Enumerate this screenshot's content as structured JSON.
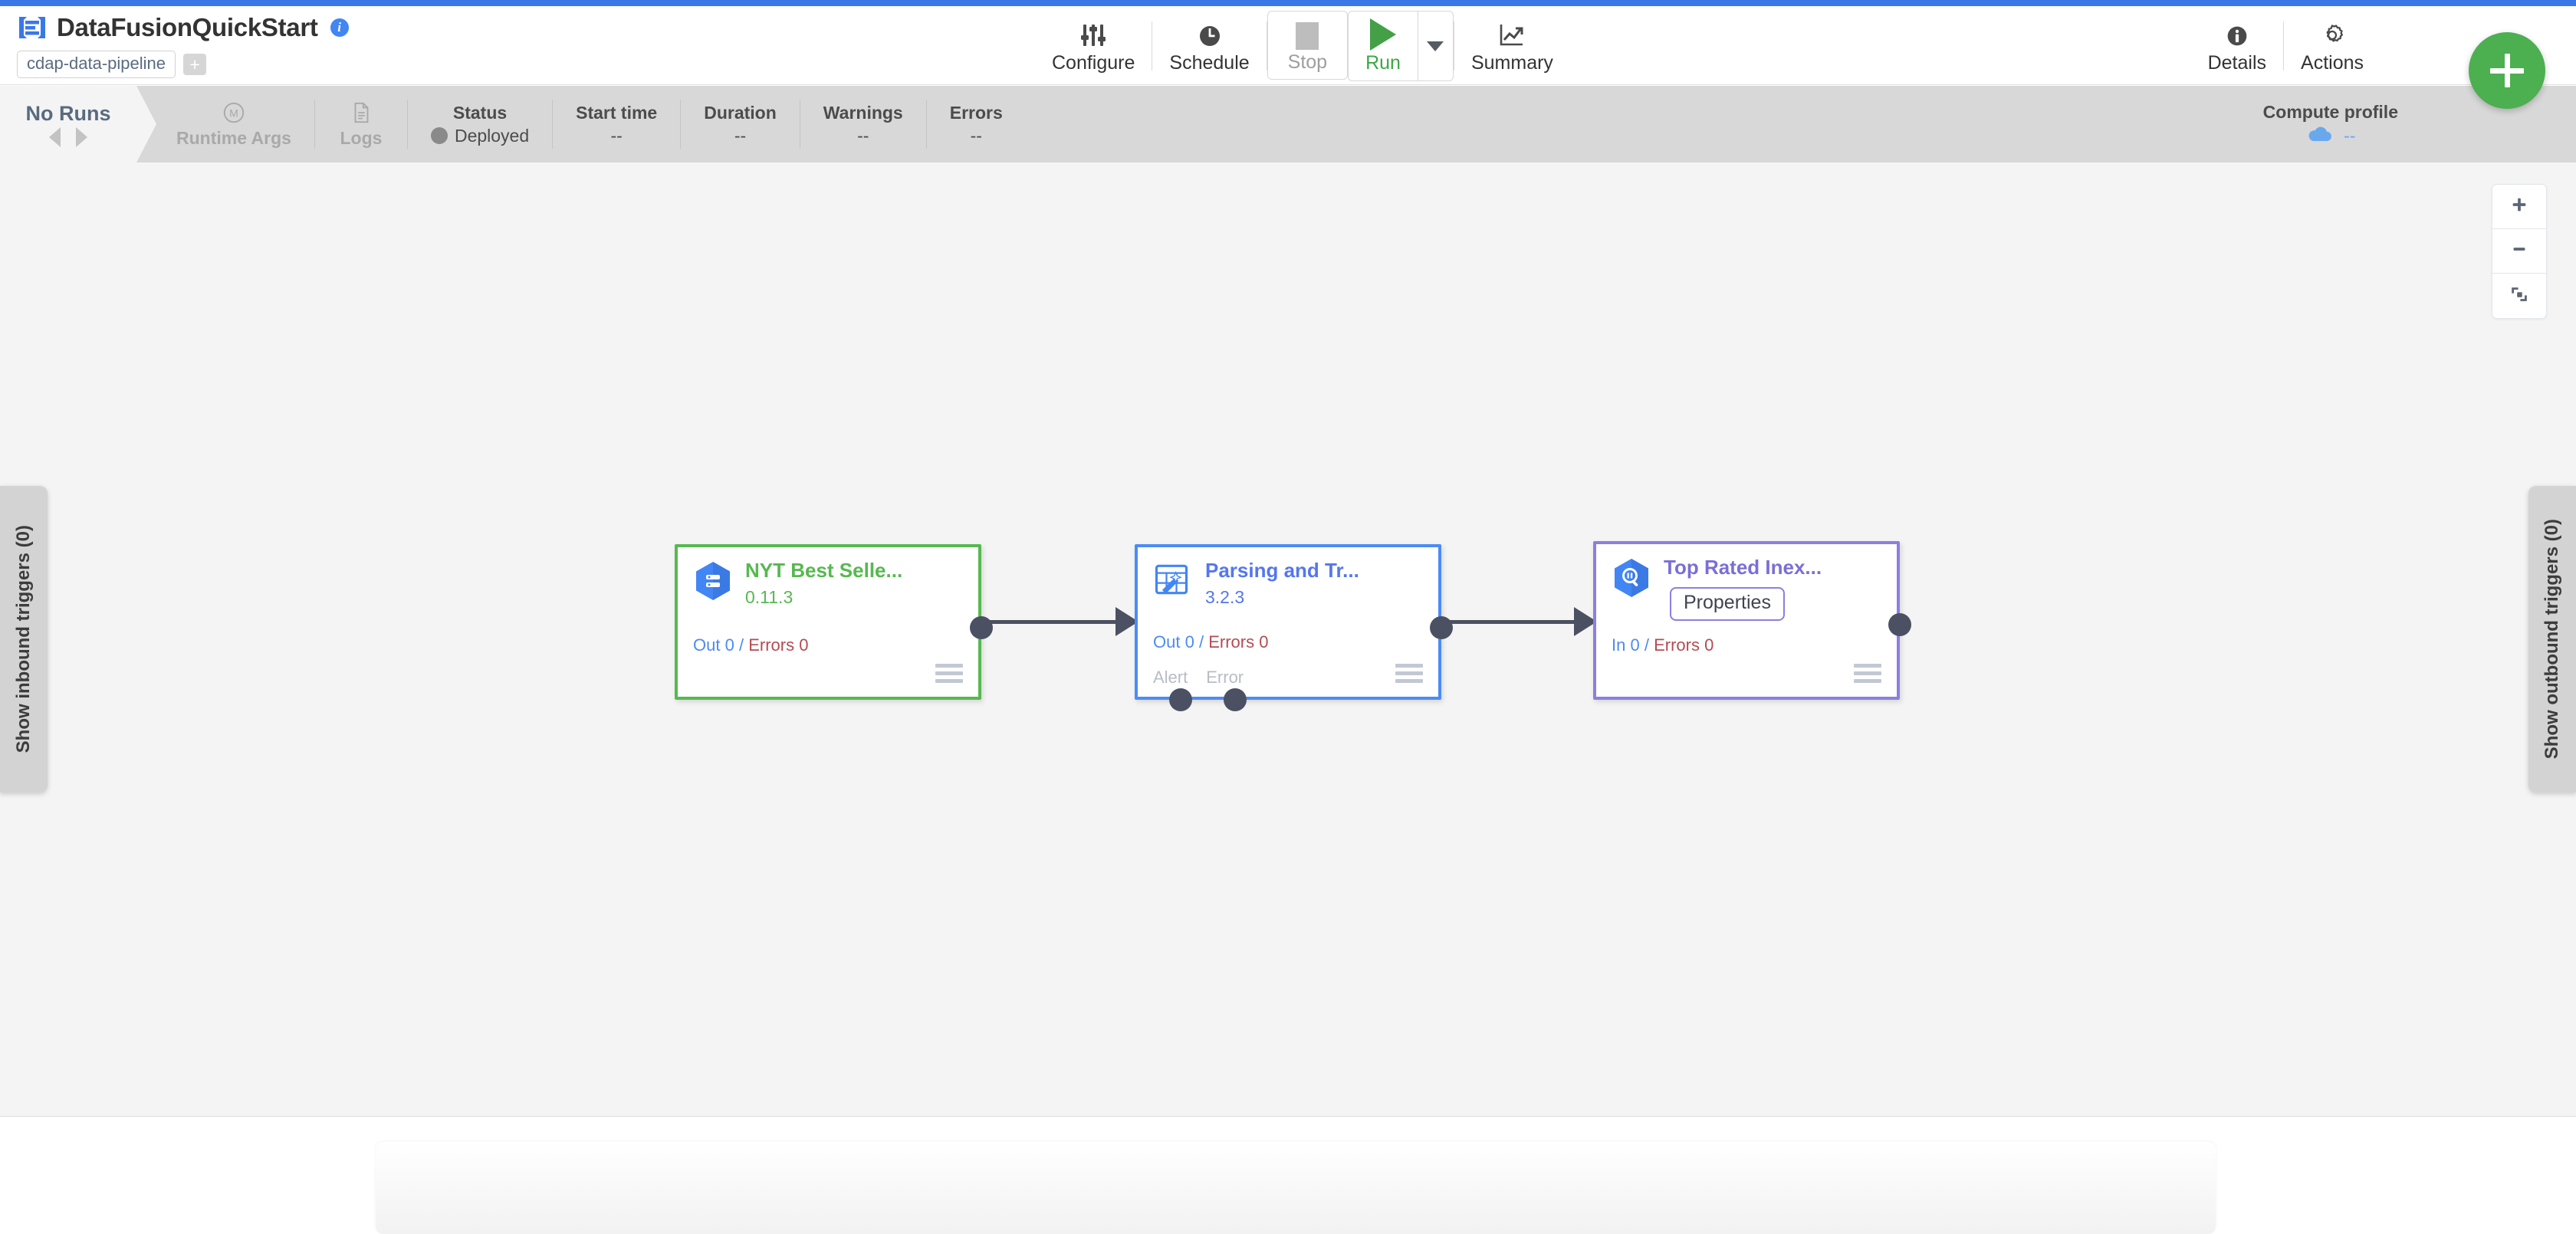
{
  "header": {
    "app_title": "DataFusionQuickStart",
    "info_glyph": "i",
    "artifact_pill": "cdap-data-pipeline",
    "add_tag_label": "+",
    "logo_icon": "cdap-logo-icon"
  },
  "toolbar": {
    "items": [
      {
        "label": "Configure",
        "icon": "sliders-icon"
      },
      {
        "label": "Schedule",
        "icon": "clock-icon"
      },
      {
        "label": "Stop",
        "icon": "stop-square-icon"
      },
      {
        "label": "Run",
        "icon": "play-icon"
      },
      {
        "label": "Summary",
        "icon": "chart-line-icon"
      }
    ],
    "run_caret_icon": "chevron-down-icon"
  },
  "toolbar_right": {
    "items": [
      {
        "label": "Details",
        "icon": "info-circle-icon"
      },
      {
        "label": "Actions",
        "icon": "gear-icon"
      }
    ]
  },
  "fab": {
    "label": "+",
    "icon": "plus-icon",
    "color": "#4caf50"
  },
  "statusbar": {
    "runs_title": "No Runs",
    "prev_icon": "caret-left-icon",
    "next_icon": "caret-right-icon",
    "runtime_args": {
      "label": "Runtime Args",
      "icon": "macro-m-icon"
    },
    "logs": {
      "label": "Logs",
      "icon": "document-icon"
    },
    "metrics": [
      {
        "head": "Status",
        "value": "Deployed",
        "has_dot": true
      },
      {
        "head": "Start time",
        "value": "--"
      },
      {
        "head": "Duration",
        "value": "--"
      },
      {
        "head": "Warnings",
        "value": "--"
      },
      {
        "head": "Errors",
        "value": "--"
      }
    ],
    "compute_profile": {
      "head": "Compute profile",
      "value": "--",
      "icon": "cloud-icon"
    }
  },
  "canvas": {
    "zoom_controls": [
      {
        "name": "zoom-in",
        "icon": "plus-icon"
      },
      {
        "name": "zoom-out",
        "icon": "minus-icon"
      },
      {
        "name": "fit-screen",
        "icon": "fit-screen-icon"
      }
    ],
    "inbound_tab": "Show inbound triggers (0)",
    "outbound_tab": "Show outbound triggers (0)",
    "nodes": [
      {
        "name": "NYT Best Selle...",
        "version": "0.11.3",
        "icon": "bigquery-source-icon",
        "accent": "#56b94f",
        "metrics": {
          "in_out_label": "Out",
          "in_out_value": "0",
          "sep": "/",
          "errors_label": "Errors",
          "errors_value": "0"
        },
        "ports": []
      },
      {
        "name": "Parsing and Tr...",
        "version": "3.2.3",
        "icon": "wrangler-icon",
        "accent": "#4c8bf5",
        "metrics": {
          "in_out_label": "Out",
          "in_out_value": "0",
          "sep": "/",
          "errors_label": "Errors",
          "errors_value": "0"
        },
        "ports": [
          "Alert",
          "Error"
        ]
      },
      {
        "name": "Top Rated Inex...",
        "version": "",
        "icon": "bigquery-sink-icon",
        "accent": "#8b7fe0",
        "tooltip": "Properties",
        "metrics": {
          "in_out_label": "In",
          "in_out_value": "0",
          "sep": "/",
          "errors_label": "Errors",
          "errors_value": "0"
        },
        "ports": []
      }
    ]
  }
}
